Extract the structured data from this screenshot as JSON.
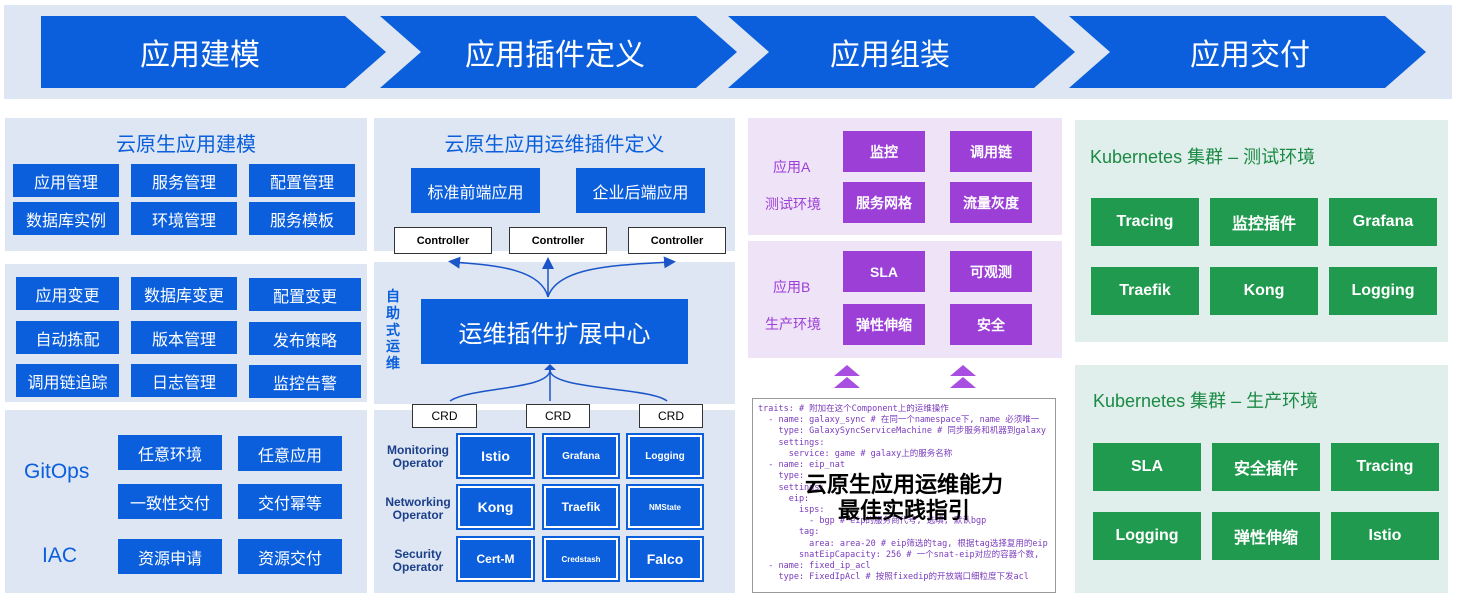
{
  "stages": [
    "应用建模",
    "应用插件定义",
    "应用组装",
    "应用交付"
  ],
  "modeling": {
    "title": "云原生应用建模",
    "row1": [
      "应用管理",
      "服务管理",
      "配置管理"
    ],
    "row2": [
      "数据库实例",
      "环境管理",
      "服务模板"
    ],
    "ops": [
      "应用变更",
      "数据库变更",
      "配置变更",
      "自动拣配",
      "版本管理",
      "发布策略",
      "调用链追踪",
      "日志管理",
      "监控告警"
    ],
    "gitops_label": "GitOps",
    "iac_label": "IAC",
    "gitops": [
      "任意环境",
      "任意应用",
      "一致性交付",
      "交付幂等"
    ],
    "iac": [
      "资源申请",
      "资源交付"
    ]
  },
  "plugins": {
    "title": "云原生应用运维插件定义",
    "apps": [
      "标准前端应用",
      "企业后端应用"
    ],
    "controller": "Controller",
    "self_service": "自助式运维",
    "center": "运维插件扩展中心",
    "crd": "CRD",
    "operators": [
      {
        "label": "Monitoring Operator",
        "items": [
          "Istio",
          "Grafana",
          "Logging"
        ]
      },
      {
        "label": "Networking Operator",
        "items": [
          "Kong",
          "Traefik",
          "NMState"
        ]
      },
      {
        "label": "Security Operator",
        "items": [
          "Cert-M",
          "Credstash",
          "Falco"
        ]
      }
    ]
  },
  "assembly": {
    "appA": {
      "name": "应用A",
      "env": "测试环境",
      "items": [
        "监控",
        "调用链",
        "服务网格",
        "流量灰度"
      ]
    },
    "appB": {
      "name": "应用B",
      "env": "生产环境",
      "items": [
        "SLA",
        "可观测",
        "弹性伸缩",
        "安全"
      ]
    },
    "overlay_line1": "云原生应用运维能力",
    "overlay_line2": "最佳实践指引",
    "code_lines": [
      "traits: # 附加在这个Component上的运维操作",
      "  - name: galaxy_sync # 在同一个namespace下, name 必须唯一",
      "    type: GalaxySyncServiceMachine # 同步服务和机器到galaxy",
      "    settings:",
      "      service: game # galaxy上的服务名称",
      "  - name: eip_nat",
      "    type:",
      "    settings:",
      "      eip:",
      "        isps:",
      "          - bgp # eip的服务商代号, 选填, 默认bgp",
      "        tag:",
      "          area: area-20 # eip筛选的tag, 根据tag选择复用的eip",
      "        snatEipCapacity: 256 # 一个snat-eip对应的容器个数,",
      "  - name: fixed_ip_acl",
      "    type: FixedIpAcl # 按照fixedip的开放端口细粒度下发acl"
    ]
  },
  "delivery": {
    "test_title": "Kubernetes 集群 – 测试环境",
    "test_items": [
      "Tracing",
      "监控插件",
      "Grafana",
      "Traefik",
      "Kong",
      "Logging"
    ],
    "prod_title": "Kubernetes 集群 – 生产环境",
    "prod_items": [
      "SLA",
      "安全插件",
      "Tracing",
      "Logging",
      "弹性伸缩",
      "Istio"
    ]
  },
  "colors": {
    "blue": "#0b5fdc",
    "purple": "#9b3fd6",
    "green": "#1f9a4e",
    "banner_bg": "#dde6f2"
  }
}
